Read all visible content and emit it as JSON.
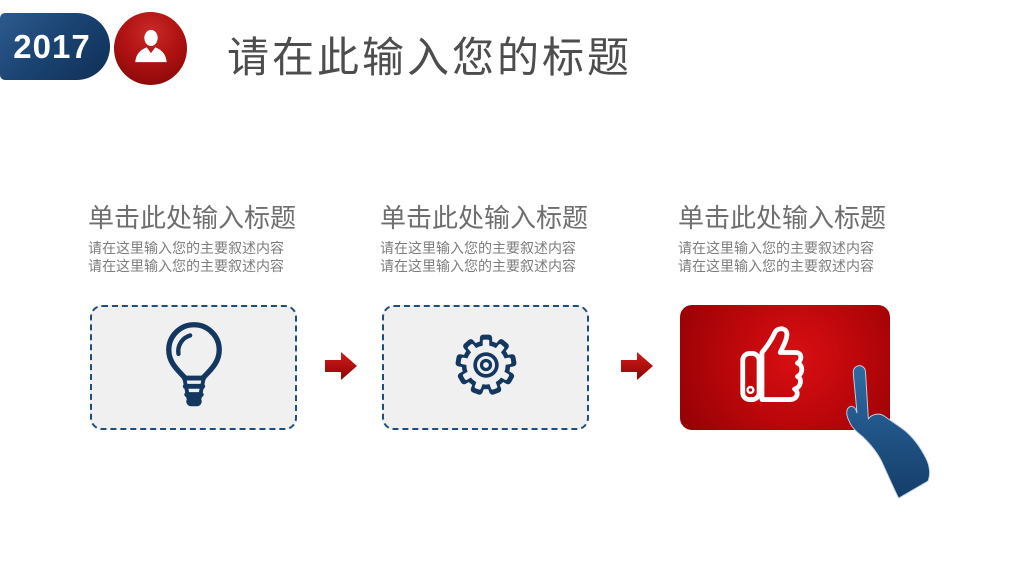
{
  "slide": {
    "badge_year": "2017",
    "title": "请在此输入您的标题"
  },
  "steps": [
    {
      "heading": "单击此处输入标题",
      "lines": [
        "请在这里输入您的主要叙述内容",
        "请在这里输入您的主要叙述内容"
      ],
      "icon": "lightbulb"
    },
    {
      "heading": "单击此处输入标题",
      "lines": [
        "请在这里输入您的主要叙述内容",
        "请在这里输入您的主要叙述内容"
      ],
      "icon": "gear"
    },
    {
      "heading": "单击此处输入标题",
      "lines": [
        "请在这里输入您的主要叙述内容",
        "请在这里输入您的主要叙述内容"
      ],
      "icon": "thumbs-up"
    }
  ],
  "colors": {
    "navy": "#17375e",
    "badge_blue_dark": "#0f2f56",
    "badge_blue_light": "#2d5b8e",
    "red": "#b30509",
    "red_bright": "#d90f13",
    "box_bg": "#f0f0f1",
    "title_gray": "#4d4d4d",
    "heading_gray": "#6e6e6e",
    "body_gray": "#7d7d7d",
    "hand_blue_top": "#2e6ba3",
    "hand_blue_bottom": "#143d69"
  }
}
